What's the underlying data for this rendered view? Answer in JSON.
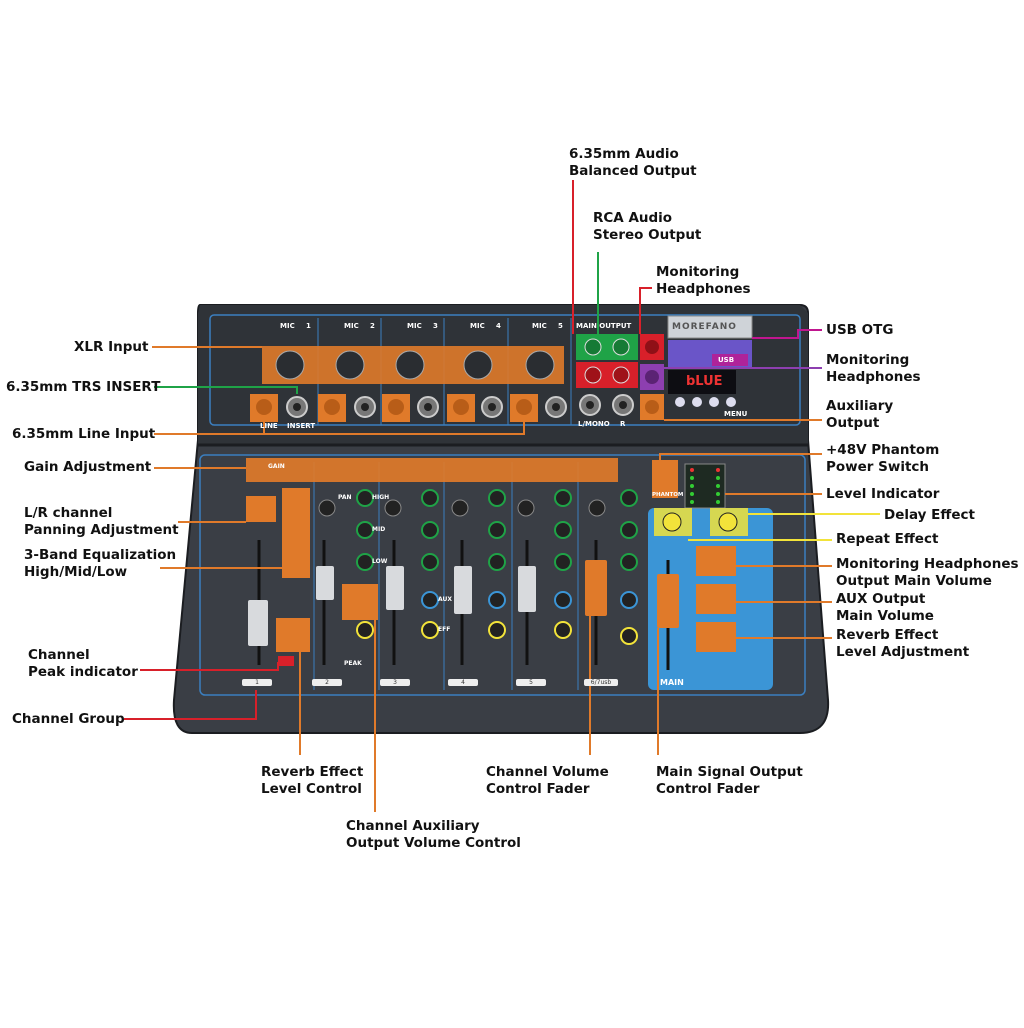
{
  "diagram": {
    "colors": {
      "orange": "#e07a2a",
      "green": "#1fa347",
      "red": "#d8202a",
      "magenta": "#c0168f",
      "yellow": "#f2e33a",
      "panel_blue": "#3b95d6",
      "body": "#3a3e45",
      "body_dark": "#23262b"
    },
    "callouts": {
      "xlr_input": "XLR Input",
      "trs_insert": "6.35mm TRS INSERT",
      "line_input": "6.35mm Line Input",
      "gain_adjustment": "Gain Adjustment",
      "lr_panning": "L/R channel\nPanning Adjustment",
      "eq_3band": "3-Band Equalization\nHigh/Mid/Low",
      "peak_indicator": "Channel\nPeak indicator",
      "channel_group": "Channel Group",
      "reverb_level_control": "Reverb Effect\nLevel Control",
      "aux_output_control": "Channel Auxiliary\nOutput Volume Control",
      "channel_fader": "Channel Volume\nControl Fader",
      "main_fader": "Main Signal Output\nControl Fader",
      "balanced_output": "6.35mm Audio\nBalanced Output",
      "rca_output": "RCA Audio\nStereo Output",
      "monitor_headphones_top": "Monitoring\nHeadphones",
      "usb_otg": "USB OTG",
      "monitor_headphones_side": "Monitoring\nHeadphones",
      "aux_output": "Auxiliary\nOutput",
      "phantom_switch": "+48V Phantom\nPower Switch",
      "level_indicator": "Level Indicator",
      "delay_effect": "Delay Effect",
      "repeat_effect": "Repeat Effect",
      "headphone_volume": "Monitoring Headphones\nOutput Main Volume",
      "aux_main_volume": "AUX Output\nMain Volume",
      "reverb_adjustment": "Reverb Effect\nLevel Adjustment"
    },
    "mixer": {
      "mic_labels": [
        "MIC",
        "MIC",
        "MIC",
        "MIC",
        "MIC"
      ],
      "mic_numbers": [
        "1",
        "2",
        "3",
        "4",
        "5"
      ],
      "main_output": "MAIN OUTPUT",
      "brand": "MOREFANO",
      "display": "bLUE",
      "menu": "MENU",
      "usb": "USB",
      "phantom": "PHANTOM",
      "main": "MAIN",
      "channel_numbers": [
        "1",
        "2",
        "3",
        "4",
        "5",
        "6/7usb"
      ],
      "jack_labels": [
        "LINE",
        "INSERT",
        "L/MONO",
        "R"
      ],
      "knob_labels": [
        "GAIN",
        "PAN",
        "HIGH",
        "MID",
        "LOW",
        "AUX",
        "EFF"
      ],
      "peak": "PEAK"
    }
  }
}
